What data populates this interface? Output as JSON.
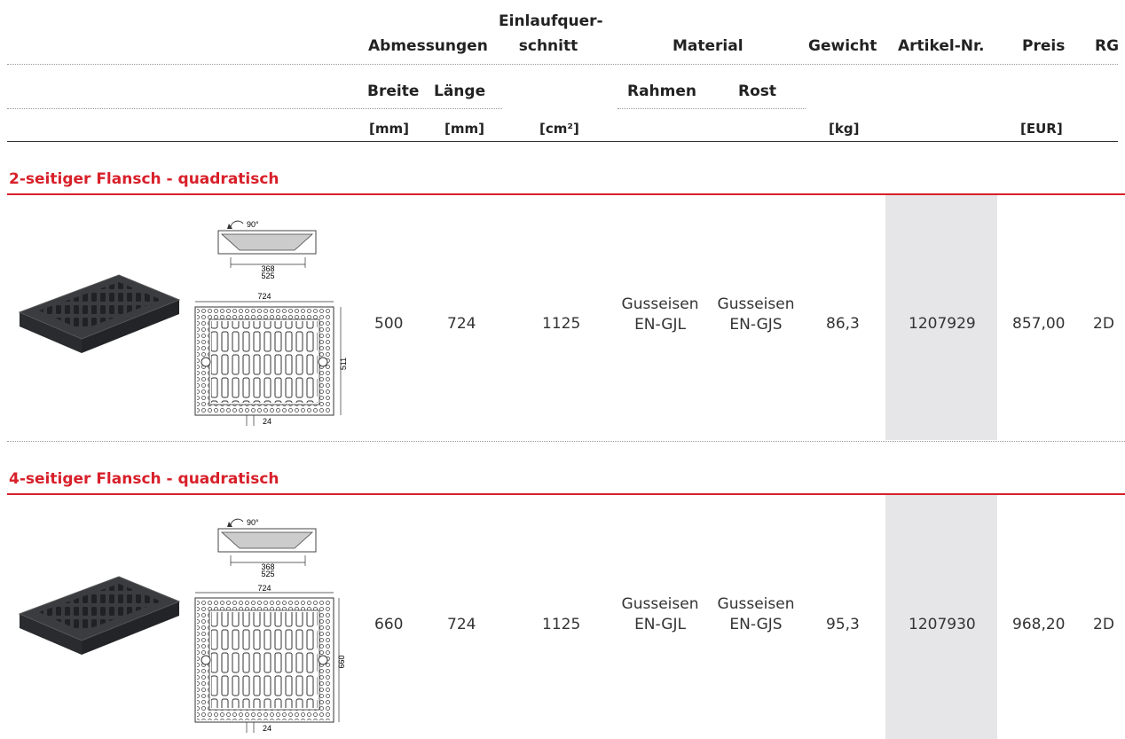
{
  "headers": {
    "abmessungen": "Abmessungen",
    "einlauf_line1": "Einlaufquer-",
    "einlauf_line2": "schnitt",
    "material": "Material",
    "gewicht": "Gewicht",
    "artikel": "Artikel-Nr.",
    "preis": "Preis",
    "rg": "RG",
    "breite": "Breite",
    "laenge": "Länge",
    "rahmen": "Rahmen",
    "rost": "Rost",
    "unit_mm1": "[mm]",
    "unit_mm2": "[mm]",
    "unit_cm2": "[cm²]",
    "unit_kg": "[kg]",
    "unit_eur": "[EUR]"
  },
  "sections": [
    {
      "title": "2-seitiger Flansch - quadratisch",
      "drawing": {
        "angle": "90°",
        "inner": "368",
        "outer": "525",
        "width": "724",
        "height": "511",
        "bar": "24"
      },
      "row": {
        "breite": "500",
        "laenge": "724",
        "einlauf": "1125",
        "rahmen_1": "Gusseisen",
        "rahmen_2": "EN-GJL",
        "rost_1": "Gusseisen",
        "rost_2": "EN-GJS",
        "gewicht": "86,3",
        "artikel": "1207929",
        "preis": "857,00",
        "rg": "2D"
      }
    },
    {
      "title": "4-seitiger Flansch - quadratisch",
      "drawing": {
        "angle": "90°",
        "inner": "368",
        "outer": "525",
        "width": "724",
        "height": "660",
        "bar": "24"
      },
      "row": {
        "breite": "660",
        "laenge": "724",
        "einlauf": "1125",
        "rahmen_1": "Gusseisen",
        "rahmen_2": "EN-GJL",
        "rost_1": "Gusseisen",
        "rost_2": "EN-GJS",
        "gewicht": "95,3",
        "artikel": "1207930",
        "preis": "968,20",
        "rg": "2D"
      }
    }
  ]
}
